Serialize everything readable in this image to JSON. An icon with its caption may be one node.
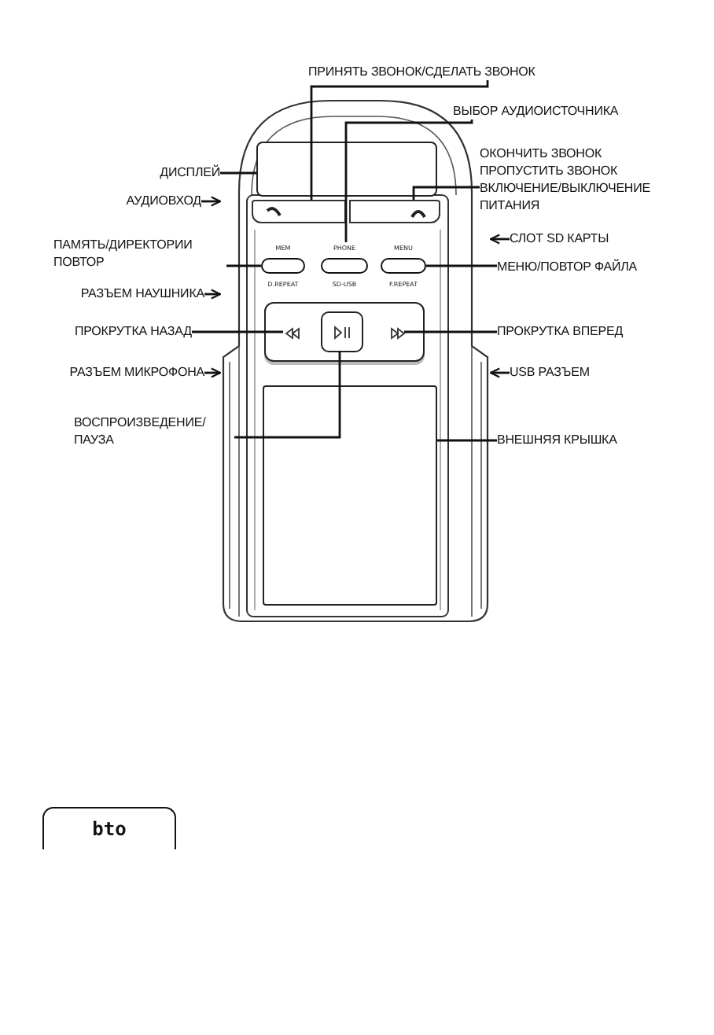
{
  "diagram": {
    "nodes": [
      {
        "text": [],
        "shape": "box"
      },
      {
        "text": [],
        "shape": "box",
        "in": 0
      },
      {
        "text": [],
        "shape": "box",
        "in": 0
      },
      {
        "text": [],
        "shape": "box",
        "in": 0
      },
      {
        "text": [
          "MEM",
          "D.REPEAT"
        ],
        "in": 0
      },
      {
        "text": [
          "PHONE",
          "SD-USB"
        ],
        "in": 0
      },
      {
        "text": [
          "MENU",
          "F.REPEAT"
        ],
        "in": 0
      },
      {
        "text": [],
        "shape": "box",
        "in": 0
      },
      {
        "text": [],
        "shape": "triangle",
        "in": 7
      },
      {
        "text": [],
        "shape": "box",
        "in": 7
      },
      {
        "text": [],
        "shape": "triangle",
        "in": 7
      },
      {
        "text": [],
        "shape": "box",
        "in": 0
      },
      {
        "text": [
          "bto"
        ]
      },
      {
        "text": [
          "ПРИНЯТЬ ЗВОНОК/СДЕЛАТЬ ЗВОНОК"
        ]
      },
      {
        "text": [
          "ВЫБОР АУДИОИСТОЧНИКА"
        ]
      },
      {
        "text": [
          "ДИСПЛЕЙ"
        ]
      },
      {
        "text": [
          "ОКОНЧИТЬ ЗВОНОК ПРОПУСТИТЬ ЗВОНОК ВКЛЮЧЕНИЕ/ВЫКЛЮЧЕНИЕ ПИТАНИЯ"
        ]
      },
      {
        "text": [
          "АУДИОВХОД"
        ]
      },
      {
        "text": [
          "СЛОТ SD КАРТЫ"
        ]
      },
      {
        "text": [
          "ПАМЯТЬ/ДИРЕКТОРИИ ПОВТОР"
        ]
      },
      {
        "text": [
          "МЕНЮ/ПОВТОР ФАЙЛА"
        ]
      },
      {
        "text": [
          "РАЗЪЕМ НАУШНИКА"
        ]
      },
      {
        "text": [
          "ПРОКРУТКА НАЗАД"
        ]
      },
      {
        "text": [
          "ПРОКРУТКА ВПЕРЕД"
        ]
      },
      {
        "text": [
          "РАЗЪЕМ МИКРОФОНА"
        ]
      },
      {
        "text": [
          "USB РАЗЪЕМ"
        ]
      },
      {
        "text": [
          "ВОСПРОИЗВЕДЕНИЕ/ ПАУЗА"
        ]
      },
      {
        "text": [
          "ВНЕШНЯЯ КРЫШКА"
        ]
      }
    ],
    "edges": [
      {
        "from": 13,
        "to": 2,
        "arrow": "none"
      },
      {
        "from": 14,
        "to": 5,
        "arrow": "none"
      },
      {
        "from": 15,
        "to": 1,
        "arrow": "none"
      },
      {
        "from": 16,
        "to": 3,
        "arrow": "none"
      },
      {
        "from": 17,
        "to": 0,
        "arrow": "to"
      },
      {
        "from": 18,
        "to": 0,
        "arrow": "to"
      },
      {
        "from": 19,
        "to": 4,
        "arrow": "none"
      },
      {
        "from": 20,
        "to": 6,
        "arrow": "none"
      },
      {
        "from": 21,
        "to": 0,
        "arrow": "to"
      },
      {
        "from": 22,
        "to": 8,
        "arrow": "none"
      },
      {
        "from": 23,
        "to": 10,
        "arrow": "none"
      },
      {
        "from": 24,
        "to": 0,
        "arrow": "to"
      },
      {
        "from": 25,
        "to": 0,
        "arrow": "to"
      },
      {
        "from": 26,
        "to": 9,
        "arrow": "none"
      },
      {
        "from": 27,
        "to": 11,
        "arrow": "none"
      }
    ]
  }
}
